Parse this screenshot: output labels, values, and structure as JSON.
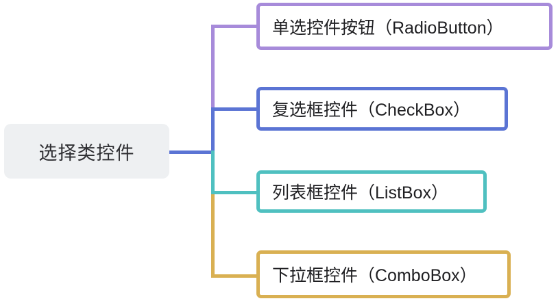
{
  "diagram": {
    "type": "mindmap",
    "title": "选择类控件",
    "orientation": "left-to-right",
    "background_color": "#ffffff",
    "root": {
      "label": "选择类控件",
      "background_color": "#eef0f2",
      "text_color": "#2f2f33"
    },
    "branches": [
      {
        "label": "单选控件按钮（RadioButton）",
        "control_name": "RadioButton",
        "chinese_name": "单选控件按钮",
        "border_color": "#a78bda",
        "fill_color": "#ffffff",
        "text_color": "#1f1f22"
      },
      {
        "label": "复选框控件（CheckBox）",
        "control_name": "CheckBox",
        "chinese_name": "复选框控件",
        "border_color": "#5b74d4",
        "fill_color": "#ffffff",
        "text_color": "#1f1f22"
      },
      {
        "label": "列表框控件（ListBox）",
        "control_name": "ListBox",
        "chinese_name": "列表框控件",
        "border_color": "#4fc0c0",
        "fill_color": "#ffffff",
        "text_color": "#1f1f22"
      },
      {
        "label": "下拉框控件（ComboBox）",
        "control_name": "ComboBox",
        "chinese_name": "下拉框控件",
        "border_color": "#d9b052",
        "fill_color": "#ffffff",
        "text_color": "#1f1f22"
      }
    ],
    "connector_colors": {
      "root_stem": "#5b74d4",
      "segment_top": "#a78bda",
      "segment_second": "#5b74d4",
      "segment_third": "#4fc0c0",
      "segment_bottom": "#d9b052"
    }
  }
}
